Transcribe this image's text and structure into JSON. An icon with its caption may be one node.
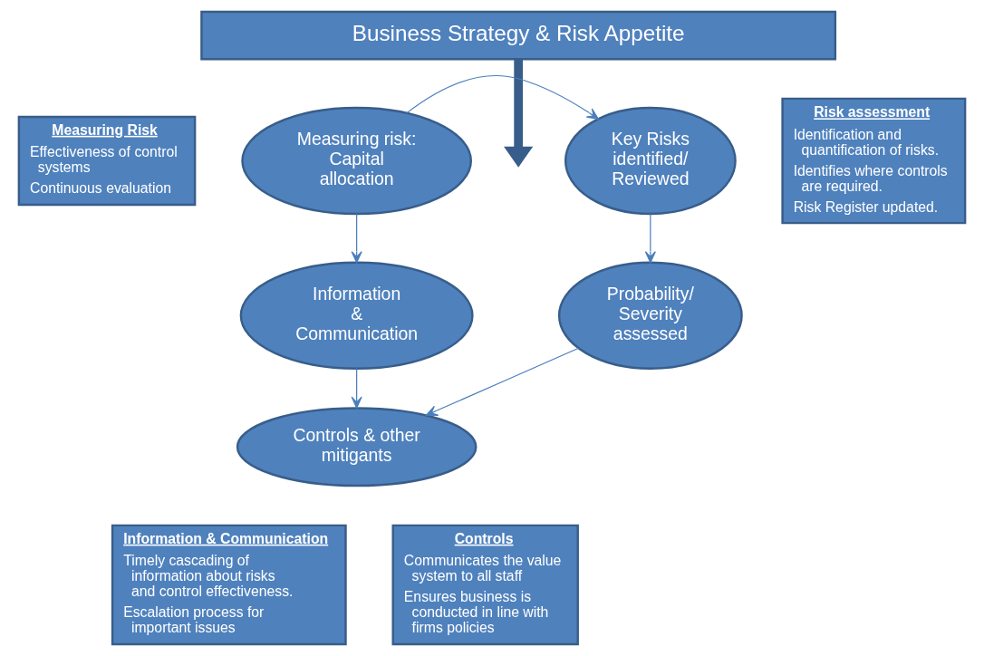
{
  "diagram": {
    "nodes": [
      {
        "text": [
          "Business Strategy & Risk Appetite"
        ]
      },
      {
        "text": [
          "Measuring Risk",
          "Effectiveness of control systems",
          "Continuous evaluation"
        ]
      },
      {
        "text": [
          "Measuring risk: Capital allocation"
        ]
      },
      {
        "text": [
          "Key Risks identified/ Reviewed"
        ]
      },
      {
        "text": [
          "Risk assessment",
          "Identification and quantification of risks.",
          "Identifies where controls are required.",
          "Risk Register updated."
        ]
      },
      {
        "text": [
          "Information & Communication"
        ]
      },
      {
        "text": [
          "Probability/ Severity assessed"
        ]
      },
      {
        "text": [
          "Controls & other mitigants"
        ]
      },
      {
        "text": [
          "Information & Communication",
          "Timely cascading of information about risks and control effectiveness.",
          "Escalation process for important issues"
        ]
      },
      {
        "text": [
          "Controls",
          "Communicates the value system to all staff",
          "Ensures business is conducted in line with firms policies"
        ]
      }
    ],
    "edges": [
      {
        "from": 0,
        "to": null,
        "arrow": "to",
        "style": "thick"
      },
      {
        "from": 2,
        "to": 3,
        "arrow": "to"
      },
      {
        "from": 2,
        "to": 5,
        "arrow": "to"
      },
      {
        "from": 3,
        "to": 6,
        "arrow": "to"
      },
      {
        "from": 5,
        "to": 7,
        "arrow": "to"
      },
      {
        "from": 6,
        "to": 7,
        "arrow": "to"
      }
    ]
  }
}
